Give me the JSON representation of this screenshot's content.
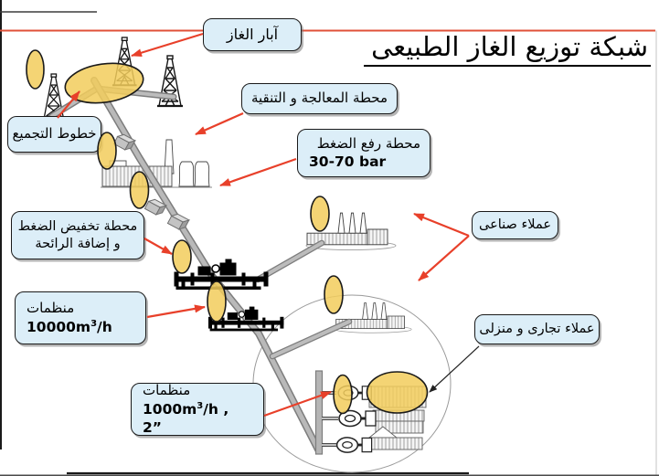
{
  "slide": {
    "title": "شبكة توزيع الغاز الطبيعى"
  },
  "callouts": {
    "gas_wells": "آبار الغاز",
    "gathering_lines": "خطوط التجميع",
    "treatment_station": "محطة المعالجة و التنقية",
    "boost_station": {
      "name": "محطة رفع الضغط",
      "value": "30-70 bar"
    },
    "reduction_station": {
      "line1": "محطة تخفيض الضغط",
      "line2": "و إضافة الرائحة"
    },
    "regulators_10000": {
      "name": "منظمات",
      "value_prefix": "10000m",
      "value_sup": "3",
      "value_suffix": "/h"
    },
    "regulators_1000": {
      "name": "منظمات",
      "value_prefix": "1000m",
      "value_sup": "3",
      "value_suffix": "/h , 2”"
    },
    "industrial_customers": "عملاء صناعى",
    "commercial_customers": "عملاء تجارى و منزلى"
  },
  "colors": {
    "accent_red": "#E8402A",
    "frame_red": "#E05038",
    "callout_fill": "#DCEEF8",
    "highlight_yellow": "#F2CD5C",
    "pipe_gray": "#B9B9B9"
  }
}
